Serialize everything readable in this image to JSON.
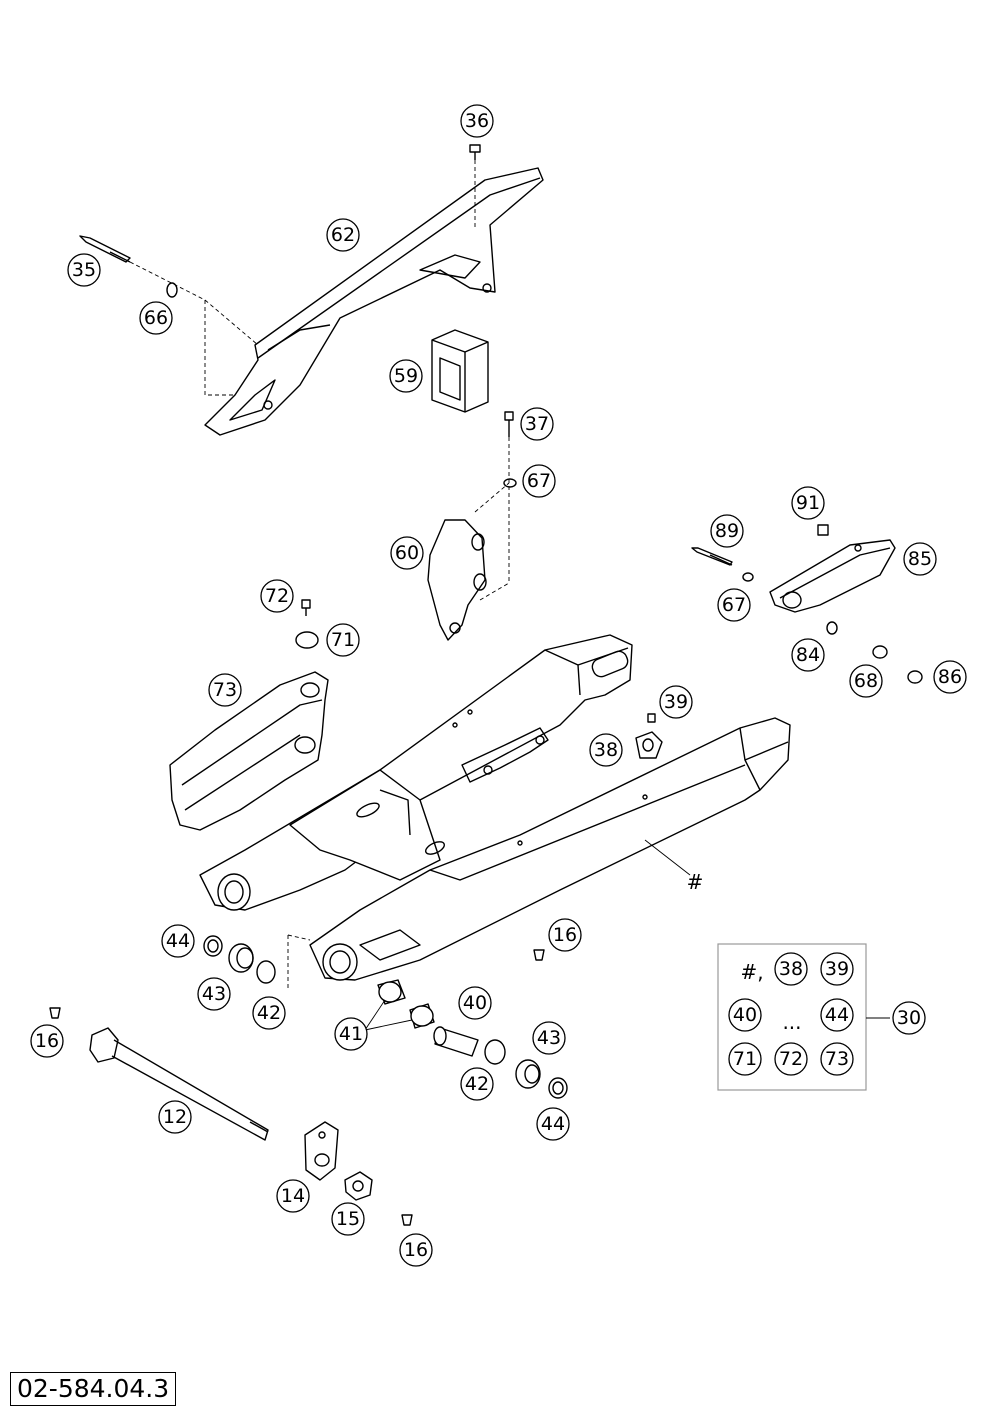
{
  "diagram_id": "02-584.04.3",
  "assembly_marker": "#",
  "labels": {
    "p36": "36",
    "p35": "35",
    "p62": "62",
    "p66": "66",
    "p59": "59",
    "p37": "37",
    "p67a": "67",
    "p60": "60",
    "p89": "89",
    "p91": "91",
    "p85": "85",
    "p67b": "67",
    "p84": "84",
    "p68": "68",
    "p86": "86",
    "p72": "72",
    "p71": "71",
    "p73": "73",
    "p39": "39",
    "p38": "38",
    "p44a": "44",
    "p43a": "43",
    "p42a": "42",
    "p16a": "16",
    "p16b": "16",
    "p41": "41",
    "p40": "40",
    "p43b": "43",
    "p42b": "42",
    "p44b": "44",
    "p12": "12",
    "p14": "14",
    "p15": "15",
    "p16c": "16",
    "p30": "30"
  },
  "kit_box": {
    "hash_text": "#,",
    "ellipsis": "...",
    "items": {
      "k38": "38",
      "k39": "39",
      "k40": "40",
      "k44": "44",
      "k71": "71",
      "k72": "72",
      "k73": "73"
    }
  }
}
